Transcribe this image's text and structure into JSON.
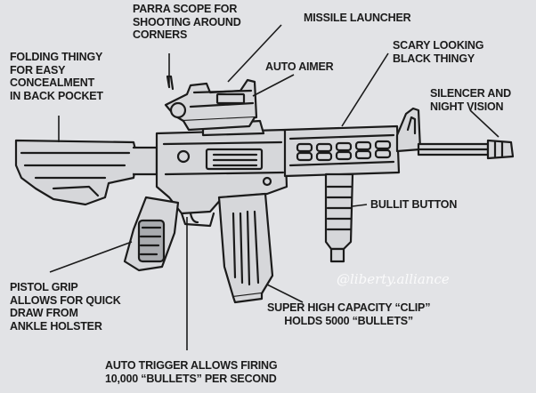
{
  "labels": {
    "scope": [
      "PARRA SCOPE FOR",
      "SHOOTING AROUND",
      "CORNERS"
    ],
    "missile": [
      "MISSILE LAUNCHER"
    ],
    "folding": [
      "FOLDING THINGY",
      "FOR EASY",
      "CONCEALMENT",
      "IN BACK POCKET"
    ],
    "scary": [
      "SCARY LOOKING",
      "BLACK THINGY"
    ],
    "aimer": [
      "AUTO AIMER"
    ],
    "silencer": [
      "SILENCER AND",
      "NIGHT VISION"
    ],
    "bullit": [
      "BULLIT BUTTON"
    ],
    "pistol": [
      "PISTOL GRIP",
      "ALLOWS FOR QUICK",
      "DRAW FROM",
      "ANKLE HOLSTER"
    ],
    "clip": [
      "SUPER HIGH CAPACITY “CLIP”",
      "HOLDS 5000 “BULLETS”"
    ],
    "trigger": [
      "AUTO TRIGGER ALLOWS FIRING",
      "10,000 “BULLETS” PER SECOND"
    ]
  },
  "watermark": "@liberty.alliance",
  "colors": {
    "background": "#e2e3e6",
    "ink": "#1b1b1b",
    "rifle_fill": "#d6d7da"
  }
}
